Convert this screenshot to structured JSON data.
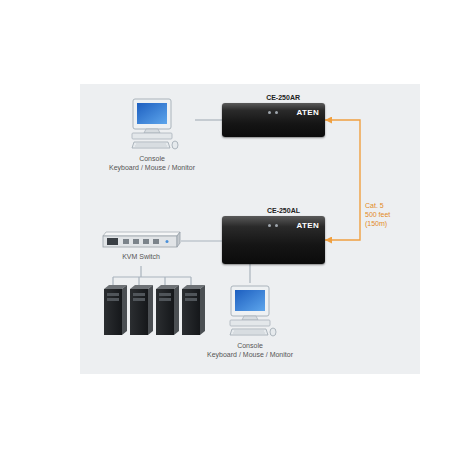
{
  "diagram": {
    "nodes": [
      {
        "text": [
          "Console",
          "Keyboard / Mouse / Monitor"
        ]
      },
      {
        "text": [
          "CE-250AR",
          "ATEN"
        ]
      },
      {
        "text": [
          "CE-250AL",
          "ATEN"
        ]
      },
      {
        "text": [
          "KVM Switch"
        ]
      },
      {
        "text": [
          "Console",
          "Keyboard / Mouse / Monitor"
        ]
      }
    ],
    "edges": [
      {
        "from": 0,
        "to": 1,
        "arrow": "none"
      },
      {
        "from": 1,
        "to": 2,
        "label": "Cat. 5 500 feet (150m)",
        "arrow": "both"
      },
      {
        "from": 3,
        "to": 2,
        "arrow": "none"
      },
      {
        "from": 2,
        "to": 4,
        "arrow": "none"
      }
    ]
  }
}
